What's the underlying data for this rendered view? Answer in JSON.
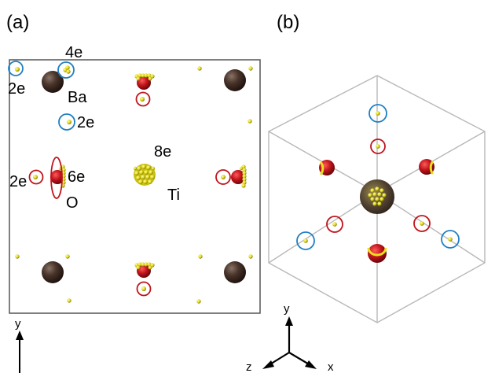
{
  "panels": {
    "a": {
      "label": "(a)",
      "labels": {
        "e4": "4e",
        "e2_left": "2e",
        "ba": "Ba",
        "e2_mid": "2e",
        "e8": "8e",
        "e2_o": "2e",
        "e6": "6e",
        "o": "O",
        "ti": "Ti"
      },
      "axis": {
        "y": "y"
      }
    },
    "b": {
      "label": "(b)",
      "axis": {
        "y": "y",
        "z": "z",
        "x": "x"
      }
    }
  },
  "colors": {
    "ba_atom": "#3b2a22",
    "o_atom": "#b01020",
    "electron": "#e8e020",
    "blue_circle": "#1f7fc4",
    "red_circle": "#c0141c",
    "frame": "#555555",
    "cube_edge": "#b8b8b8"
  }
}
